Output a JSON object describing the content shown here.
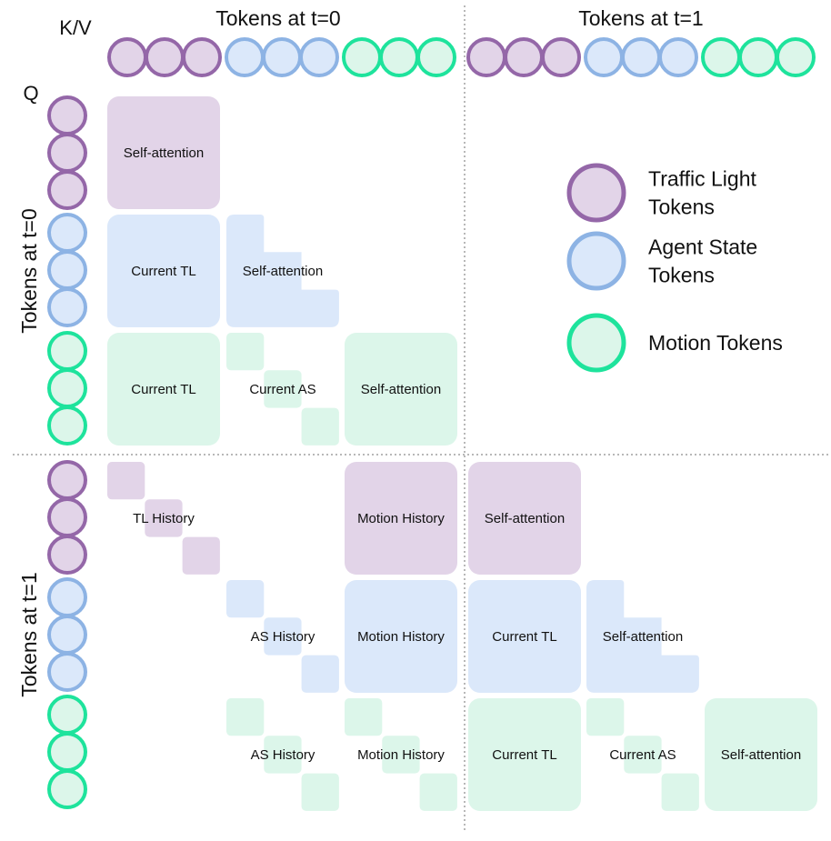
{
  "header": {
    "kv_label": "K/V",
    "q_label": "Q",
    "col_group_t0": "Tokens at t=0",
    "col_group_t1": "Tokens at t=1",
    "row_group_t0": "Tokens at t=0",
    "row_group_t1": "Tokens at t=1"
  },
  "token_types": [
    {
      "key": "tl",
      "fill": "#e2d4e8",
      "stroke": "#9467a8"
    },
    {
      "key": "as",
      "fill": "#dbe8fa",
      "stroke": "#8db3e4"
    },
    {
      "key": "mt",
      "fill": "#dcf6ea",
      "stroke": "#1ee39c"
    }
  ],
  "legend": [
    {
      "type": "tl",
      "lines": [
        "Traffic Light",
        "Tokens"
      ]
    },
    {
      "type": "as",
      "lines": [
        "Agent State",
        "Tokens"
      ]
    },
    {
      "type": "mt",
      "lines": [
        "Motion Tokens"
      ]
    }
  ],
  "blocks": [
    {
      "row": "tl0",
      "col": "tl0",
      "shape": "full",
      "label": "Self-attention"
    },
    {
      "row": "as0",
      "col": "tl0",
      "shape": "full",
      "label": "Current TL"
    },
    {
      "row": "as0",
      "col": "as0",
      "shape": "lower",
      "label": "Self-attention"
    },
    {
      "row": "mt0",
      "col": "tl0",
      "shape": "full",
      "label": "Current TL"
    },
    {
      "row": "mt0",
      "col": "as0",
      "shape": "diag",
      "label": "Current AS"
    },
    {
      "row": "mt0",
      "col": "mt0",
      "shape": "full",
      "label": "Self-attention"
    },
    {
      "row": "tl1",
      "col": "tl0",
      "shape": "diag",
      "label": "TL History"
    },
    {
      "row": "tl1",
      "col": "mt0",
      "shape": "full",
      "label": "Motion History"
    },
    {
      "row": "tl1",
      "col": "tl1",
      "shape": "full",
      "label": "Self-attention"
    },
    {
      "row": "as1",
      "col": "as0",
      "shape": "diag",
      "label": "AS History"
    },
    {
      "row": "as1",
      "col": "mt0",
      "shape": "full",
      "label": "Motion History"
    },
    {
      "row": "as1",
      "col": "tl1",
      "shape": "full",
      "label": "Current TL"
    },
    {
      "row": "as1",
      "col": "as1",
      "shape": "lower",
      "label": "Self-attention"
    },
    {
      "row": "mt1",
      "col": "as0",
      "shape": "diag",
      "label": "AS History"
    },
    {
      "row": "mt1",
      "col": "mt0",
      "shape": "diag",
      "label": "Motion History"
    },
    {
      "row": "mt1",
      "col": "tl1",
      "shape": "full",
      "label": "Current TL"
    },
    {
      "row": "mt1",
      "col": "as1",
      "shape": "diag",
      "label": "Current AS"
    },
    {
      "row": "mt1",
      "col": "mt1",
      "shape": "full",
      "label": "Self-attention"
    }
  ]
}
